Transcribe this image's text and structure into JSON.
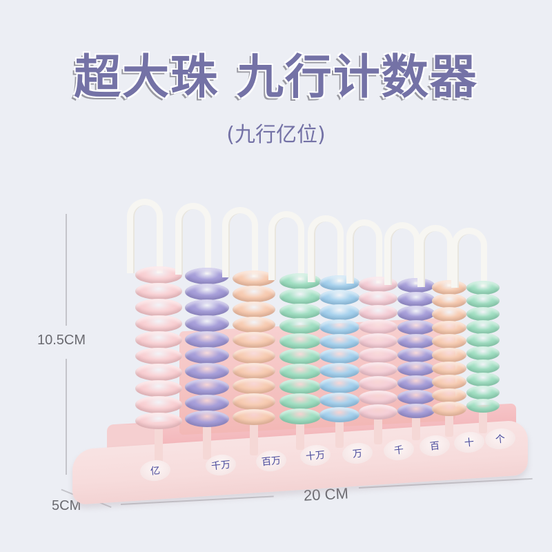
{
  "header": {
    "title": "超大珠 九行计数器",
    "subtitle": "(九行亿位)"
  },
  "dimensions": {
    "height": "10.5CM",
    "depth": "5CM",
    "width": "20 CM"
  },
  "colors": {
    "background": "#ECEEF4",
    "title": "#7472A6",
    "base": "#F7DCDC",
    "label_text": "#45479A"
  },
  "abacus": {
    "rows": 9,
    "beads_per_rod": 10,
    "rods": [
      {
        "label": "亿",
        "color": "#F9D3D6",
        "shade": "#F2B7BD"
      },
      {
        "label": "千万",
        "color": "#A8A0DA",
        "shade": "#8E85C8"
      },
      {
        "label": "百万",
        "color": "#F7CDB4",
        "shade": "#EDB396"
      },
      {
        "label": "十万",
        "color": "#A3E0C4",
        "shade": "#84CFAE"
      },
      {
        "label": "万",
        "color": "#A9D3EE",
        "shade": "#86BCE3"
      },
      {
        "label": "千",
        "color": "#F5D0D8",
        "shade": "#EAB7C3"
      },
      {
        "label": "百",
        "color": "#A8A0DA",
        "shade": "#8E85C8"
      },
      {
        "label": "十",
        "color": "#F7CDB4",
        "shade": "#EDB396"
      },
      {
        "label": "个",
        "color": "#A3E0C4",
        "shade": "#84CFAE"
      }
    ]
  }
}
